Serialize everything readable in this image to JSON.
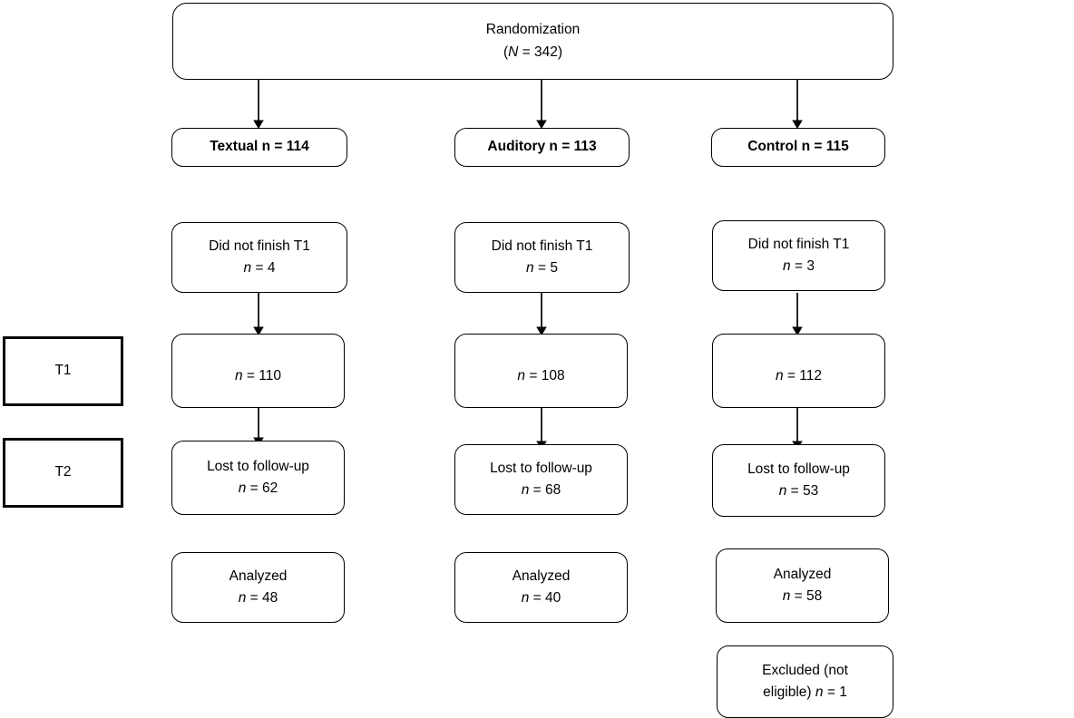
{
  "figure": {
    "type": "consort-flow-diagram",
    "stage_labels": [
      {
        "id": "t1",
        "label": "T1"
      },
      {
        "id": "t2",
        "label": "T2"
      }
    ],
    "top": {
      "line1": "Randomization",
      "line2_prefix": "(",
      "line2_italic": "N",
      "line2_suffix": " = 342)"
    },
    "groups": [
      {
        "id": "textual",
        "label": "Textual n = 114"
      },
      {
        "id": "auditory",
        "label": "Auditory n = 113"
      },
      {
        "id": "control",
        "label": "Control n = 115"
      }
    ],
    "dropout": [
      {
        "id": "dropout-textual",
        "line1": "Did not finish T1",
        "italic": "n",
        "value": " = 4"
      },
      {
        "id": "dropout-auditory",
        "line1": "Did not finish T1",
        "italic": "n",
        "value": " = 5"
      },
      {
        "id": "dropout-control",
        "line1": "Did not finish T1",
        "italic": "n",
        "value": " = 3"
      }
    ],
    "t1_counts": [
      {
        "id": "t1-textual",
        "italic": "n",
        "value": " = 110"
      },
      {
        "id": "t1-auditory",
        "italic": "n",
        "value": " = 108"
      },
      {
        "id": "t1-control",
        "italic": "n",
        "value": " = 112"
      }
    ],
    "lost": [
      {
        "id": "lost-textual",
        "line1": "Lost to follow-up",
        "italic": "n",
        "value": " = 62"
      },
      {
        "id": "lost-auditory",
        "line1": "Lost to follow-up",
        "italic": "n",
        "value": " = 68"
      },
      {
        "id": "lost-control",
        "line1": "Lost to follow-up",
        "italic": "n",
        "value": " = 53"
      }
    ],
    "analyzed": [
      {
        "id": "analyzed-textual",
        "line1": "Analyzed",
        "italic": "n",
        "value": " = 48"
      },
      {
        "id": "analyzed-auditory",
        "line1": "Analyzed",
        "italic": "n",
        "value": " = 40"
      },
      {
        "id": "analyzed-control",
        "line1": "Analyzed",
        "italic": "n",
        "value": " = 58"
      }
    ],
    "excluded": {
      "id": "excluded-control",
      "line1": "Excluded (not",
      "line2_prefix": "eligible) ",
      "line2_italic": "n",
      "line2_suffix": " = 1"
    },
    "colors": {
      "stroke": "#000000",
      "fill": "#ffffff",
      "text": "#000000"
    }
  }
}
